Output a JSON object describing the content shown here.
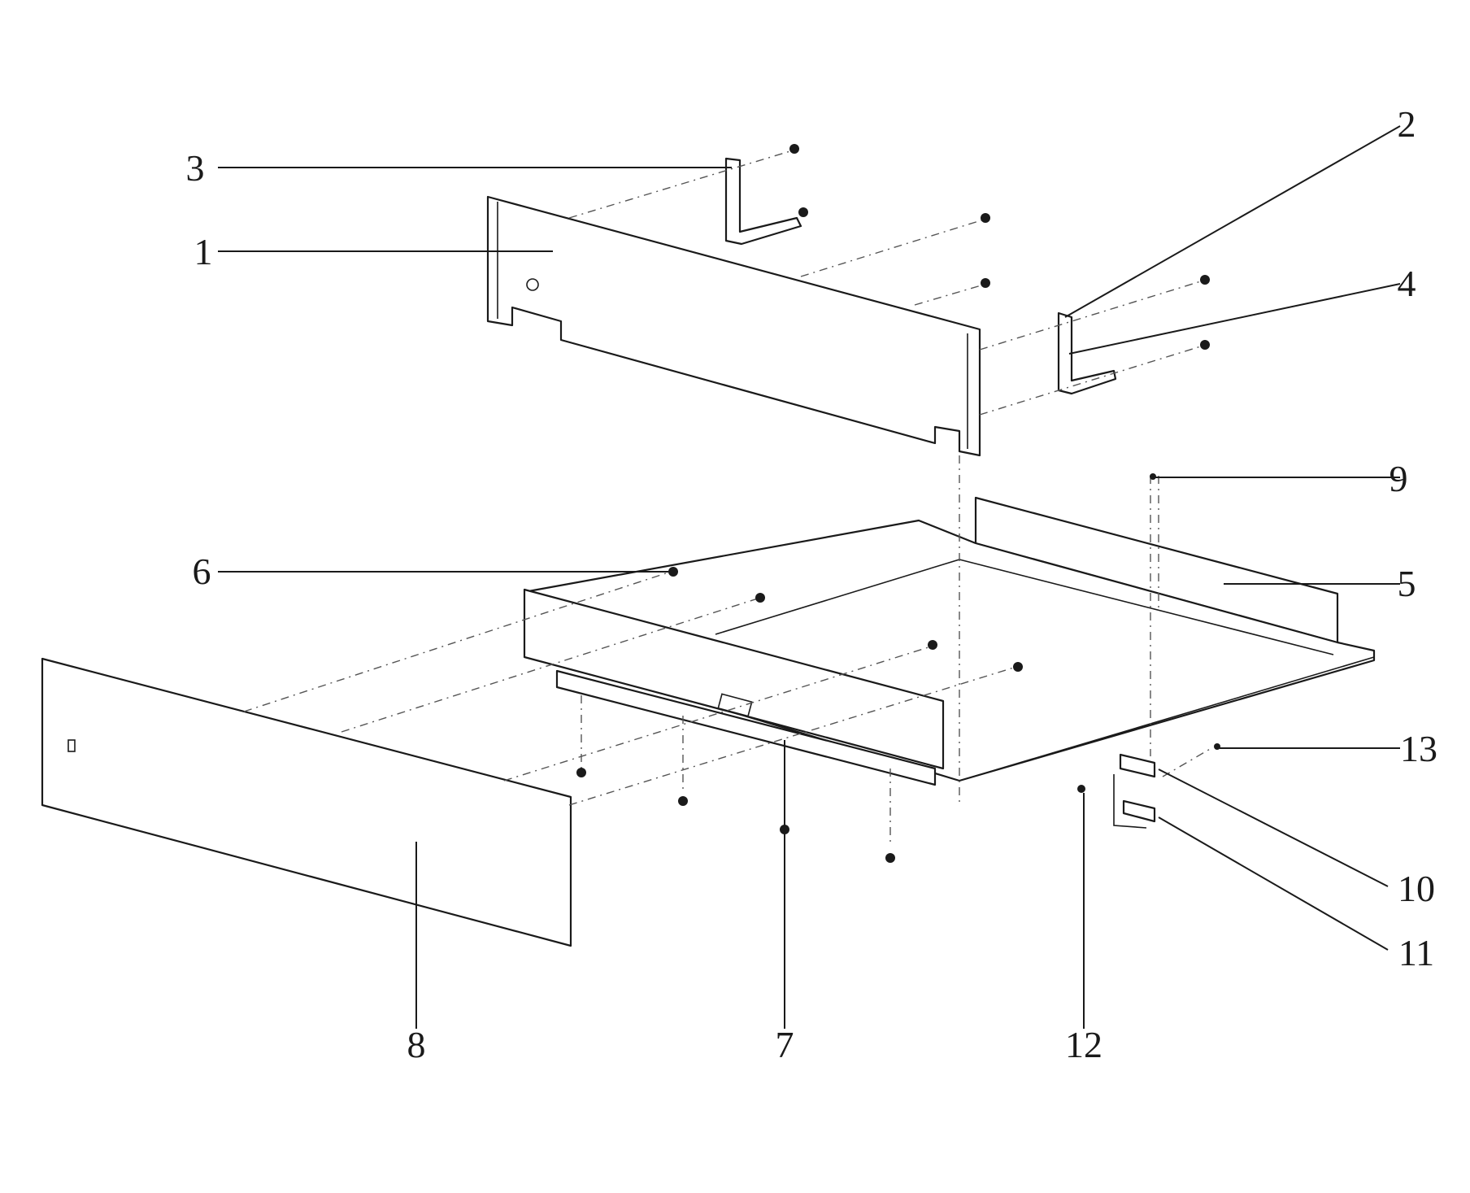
{
  "colors": {
    "line": "#1a1a1a",
    "background": "#ffffff"
  },
  "callouts": [
    {
      "id": "1",
      "label": "1"
    },
    {
      "id": "2",
      "label": "2"
    },
    {
      "id": "3",
      "label": "3"
    },
    {
      "id": "4",
      "label": "4"
    },
    {
      "id": "5",
      "label": "5"
    },
    {
      "id": "6",
      "label": "6"
    },
    {
      "id": "7",
      "label": "7"
    },
    {
      "id": "8",
      "label": "8"
    },
    {
      "id": "9",
      "label": "9"
    },
    {
      "id": "10",
      "label": "10"
    },
    {
      "id": "11",
      "label": "11"
    },
    {
      "id": "12",
      "label": "12"
    },
    {
      "id": "13",
      "label": "13"
    }
  ]
}
